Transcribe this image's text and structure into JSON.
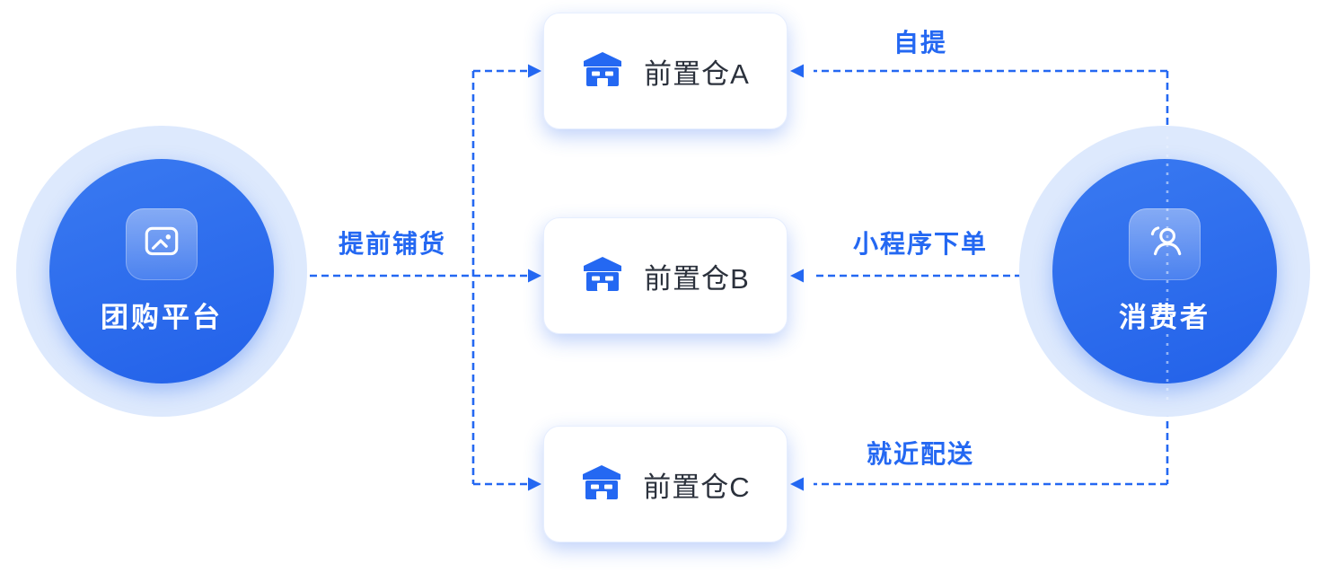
{
  "diagram": {
    "platform_node": {
      "label": "团购平台"
    },
    "consumer_node": {
      "label": "消费者"
    },
    "warehouses": [
      {
        "label": "前置仓A"
      },
      {
        "label": "前置仓B"
      },
      {
        "label": "前置仓C"
      }
    ],
    "edge_labels": {
      "stock": "提前铺货",
      "pickup": "自提",
      "order": "小程序下单",
      "delivery": "就近配送"
    },
    "colors": {
      "primary_blue": "#2468F2",
      "node_fill": "#2A6BEA",
      "node_ring": "#DDE9FD",
      "card_background": "#FFFFFF",
      "card_text": "#2B313C"
    }
  }
}
